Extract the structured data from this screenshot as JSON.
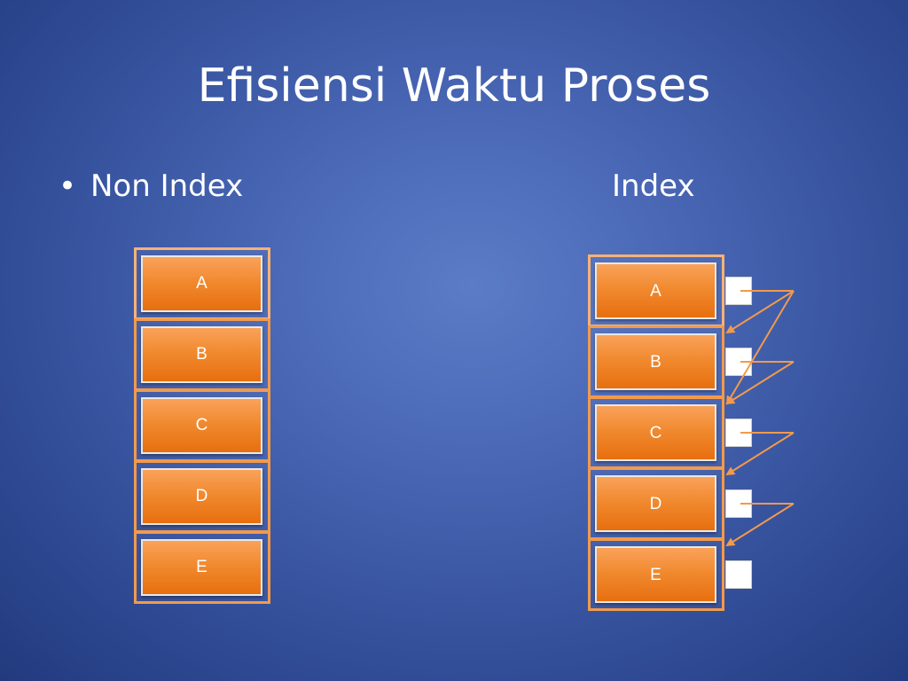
{
  "title": "Efisiensi Waktu Proses",
  "bullet": "•",
  "left_label": "Non Index",
  "right_label": "Index",
  "non_index_items": [
    "A",
    "B",
    "C",
    "D",
    "E"
  ],
  "index_items": [
    "A",
    "B",
    "C",
    "D",
    "E"
  ],
  "colors": {
    "background": "#4a68b6",
    "node_fill": "#f18a30",
    "cell_border": "#f29a4c",
    "arrow": "#f29a4c"
  }
}
